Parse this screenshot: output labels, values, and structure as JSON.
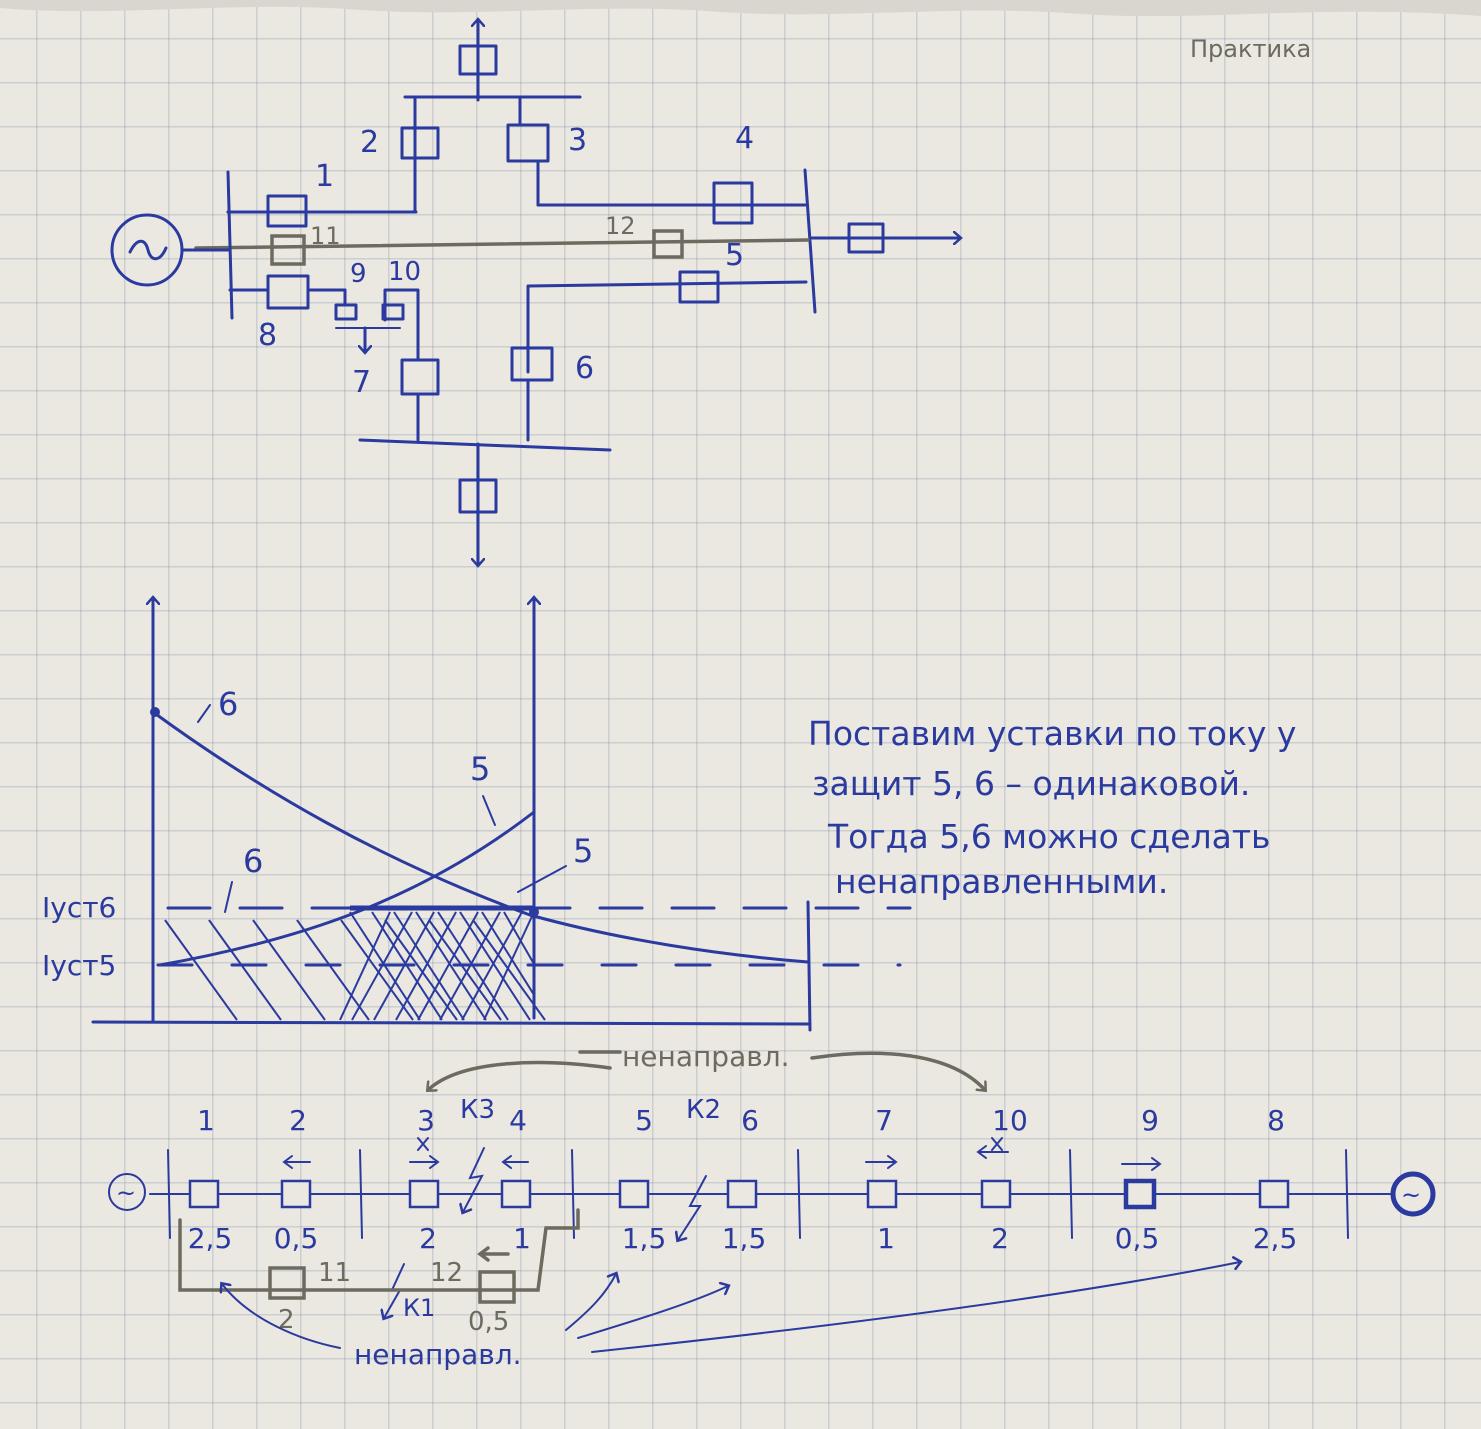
{
  "header": {
    "title": "Практика"
  },
  "circuit": {
    "breaker_labels": {
      "b1": "1",
      "b2": "2",
      "b3": "3",
      "b4": "4",
      "b5": "5",
      "b6": "6",
      "b7": "7",
      "b8": "8",
      "b9": "9",
      "b10": "10",
      "b11": "11",
      "b12": "12"
    },
    "source_symbol": "~"
  },
  "graph": {
    "curve_labels": {
      "c6_top": "6",
      "c5_top": "5",
      "c6_low": "6",
      "c5_low": "5"
    },
    "setpoints": {
      "i6": "Iуст6",
      "i5": "Iуст5"
    }
  },
  "note": {
    "line1": "Поставим уставки по току у",
    "line2": "защит 5, 6 – одинаковой.",
    "line3": "Тогда 5,6 можно сделать",
    "line4": "ненаправленными."
  },
  "chain": {
    "top_labels": [
      "1",
      "2",
      "3",
      "4",
      "5",
      "6",
      "7",
      "10",
      "9",
      "8"
    ],
    "fault_labels": {
      "k3": "К3",
      "k2": "К2",
      "k1": "К1"
    },
    "times": [
      "2,5",
      "0,5",
      "2",
      "1",
      "1,5",
      "1,5",
      "1",
      "2",
      "0,5",
      "2,5"
    ],
    "bypass": {
      "label11": "11",
      "label12": "12",
      "time11": "2",
      "time12": "0,5"
    },
    "nondirectional_top": "ненаправл.",
    "nondirectional_bottom": "ненаправл.",
    "sources": [
      "~",
      "~"
    ]
  },
  "colors": {
    "ink": "#2a3a9e",
    "pencil": "#6d6a5f",
    "paper": "#ebe8e1"
  }
}
